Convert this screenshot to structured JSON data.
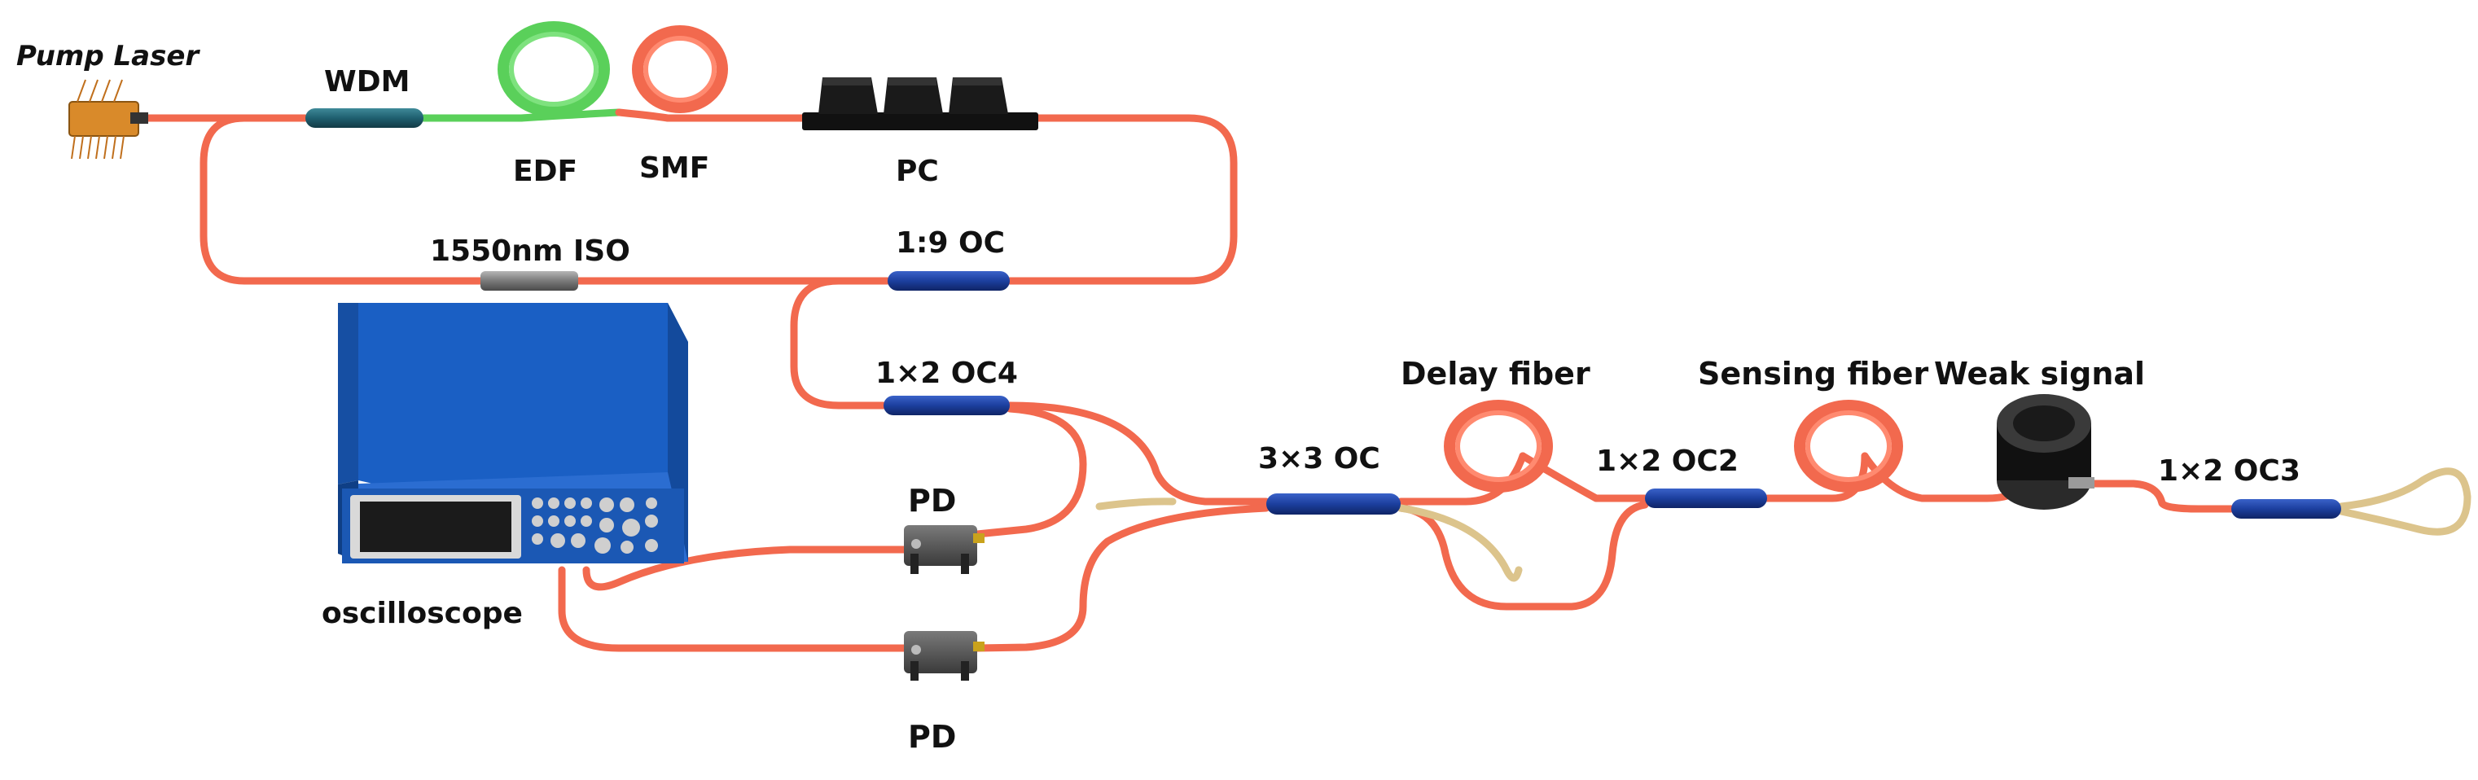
{
  "labels": {
    "pump_laser": "Pump Laser",
    "wdm": "WDM",
    "edf": "EDF",
    "smf": "SMF",
    "pc": "PC",
    "iso": "1550nm ISO",
    "oc_1_9": "1:9 OC",
    "oc4": "1×2 OC4",
    "delay_fiber": "Delay fiber",
    "sensing_fiber": "Sensing fiber",
    "weak_signal": "Weak signal",
    "oc_3x3": "3×3 OC",
    "oc2": "1×2 OC2",
    "oc3": "1×2 OC3",
    "pd_top": "PD",
    "pd_bottom": "PD",
    "oscilloscope": "oscilloscope"
  },
  "colors": {
    "fiber": "#f2694e",
    "edf_fiber": "#5ad05a",
    "smf_fiber": "#f2694e",
    "coupler_body": "#1c3f9e",
    "wdm_body": "#1f5f6f",
    "laser_body": "#d98a2a",
    "oscilloscope_body": "#1a5fc4",
    "terminated_fiber": "#dcc48c"
  }
}
